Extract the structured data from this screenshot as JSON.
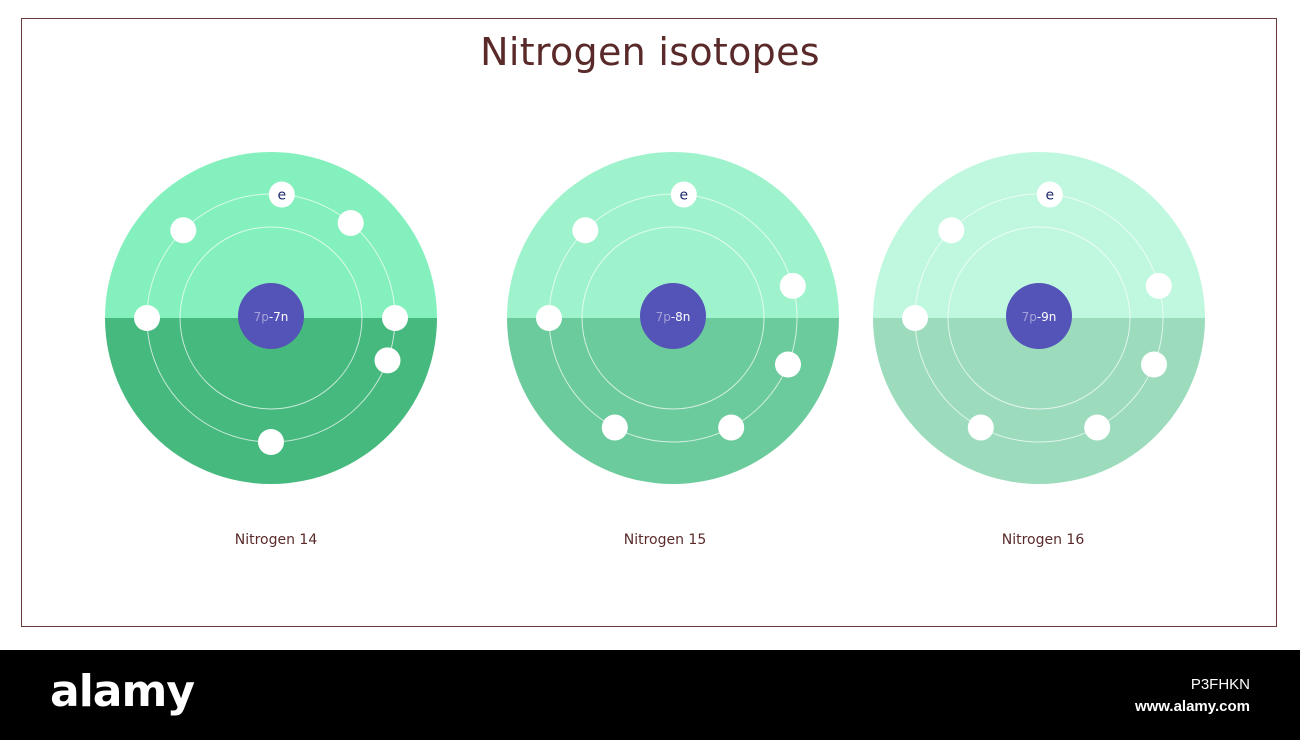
{
  "title": "Nitrogen isotopes",
  "electron_symbol": "e",
  "atoms": [
    {
      "label": "Nitrogen 14",
      "nucleus_protons": "7p",
      "nucleus_neutrons": "-7n",
      "color_top": "#83f0bd",
      "color_bottom": "#46b97e",
      "electron_angles_deg": [
        -85,
        -50,
        0,
        20,
        90,
        180,
        225
      ]
    },
    {
      "label": "Nitrogen 15",
      "nucleus_protons": "7p",
      "nucleus_neutrons": "-8n",
      "color_top": "#9ef3cc",
      "color_bottom": "#6ccb9c",
      "electron_angles_deg": [
        -85,
        -15,
        22,
        62,
        118,
        180,
        225
      ]
    },
    {
      "label": "Nitrogen 16",
      "nucleus_protons": "7p",
      "nucleus_neutrons": "-9n",
      "color_top": "#bff8de",
      "color_bottom": "#9cdcbd",
      "electron_angles_deg": [
        -85,
        -15,
        22,
        62,
        118,
        180,
        225
      ]
    }
  ],
  "colors": {
    "nucleus": "#5453b8",
    "frame": "#6b3a3a",
    "text": "#5a2a2a"
  },
  "footer": {
    "brand": "alamy",
    "image_id": "P3FHKN",
    "url": "www.alamy.com"
  }
}
